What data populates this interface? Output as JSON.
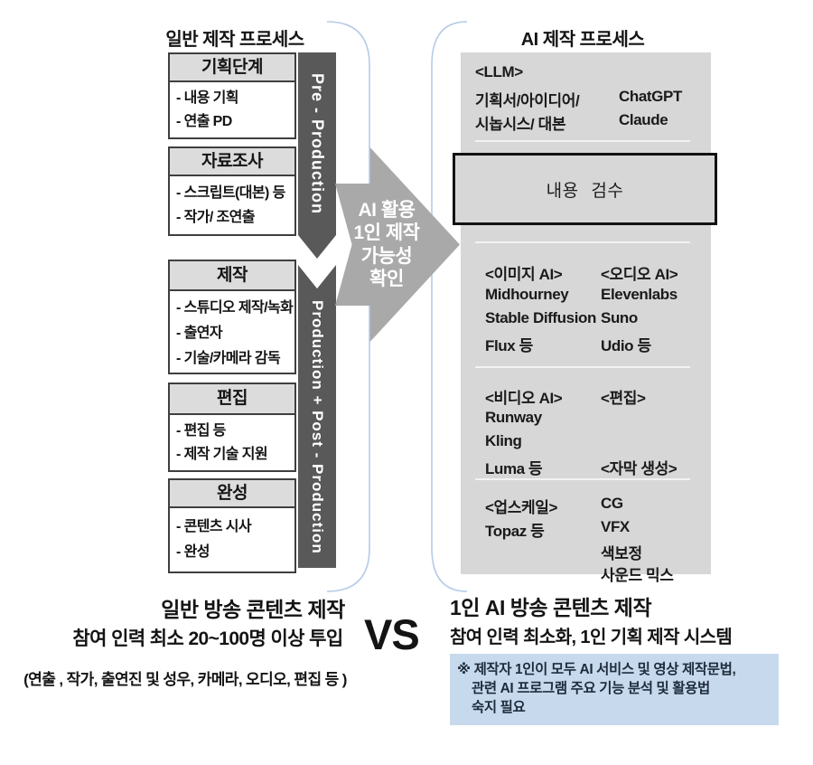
{
  "left": {
    "title": "일반 제작 프로세스",
    "boxes": [
      {
        "title": "기획단계",
        "items": [
          "- 내용 기획",
          "- 연출 PD"
        ]
      },
      {
        "title": "자료조사",
        "items": [
          "- 스크립트(대본) 등",
          "- 작가/ 조연출"
        ]
      },
      {
        "title": "제작",
        "items": [
          "- 스튜디오 제작/녹화",
          "- 출연자",
          "- 기술/카메라 감독"
        ]
      },
      {
        "title": "편집",
        "items": [
          "- 편집 등",
          "- 제작 기술 지원"
        ]
      },
      {
        "title": "완성",
        "items": [
          "- 콘텐츠 시사",
          "- 완성"
        ]
      }
    ],
    "phase_bars": [
      {
        "label": "Pre - Production"
      },
      {
        "label": "Production + Post - Production"
      }
    ]
  },
  "arrow": {
    "lines": [
      "AI 활용",
      "1인 제작",
      "가능성",
      "확인"
    ]
  },
  "right": {
    "title": "AI 제작 프로세스",
    "llm": {
      "header": "<LLM>",
      "left_lines": [
        "기획서/아이디어/",
        "시놉시스/ 대본"
      ],
      "tools": [
        "ChatGPT",
        "Claude"
      ]
    },
    "review_box": "내용 검수",
    "sections": {
      "image": {
        "header": "<이미지 AI>",
        "tools": [
          "Midhourney",
          "Stable Diffusion",
          "Flux 등"
        ]
      },
      "audio": {
        "header": "<오디오 AI>",
        "tools": [
          "Elevenlabs",
          "Suno",
          "Udio 등"
        ]
      },
      "video": {
        "header": "<비디오 AI>",
        "tools": [
          "Runway",
          "Kling",
          "Luma 등"
        ]
      },
      "edit": {
        "header": "<편집>"
      },
      "subtitle": {
        "header": "<자막 생성>"
      },
      "upscale": {
        "header": "<업스케일>",
        "tools": [
          "Topaz 등"
        ]
      },
      "post": {
        "tools": [
          "CG",
          "VFX",
          "색보정",
          "사운드 믹스"
        ]
      }
    }
  },
  "bottom": {
    "left": {
      "title": "일반 방송 콘텐츠 제작",
      "subtitle": "참여 인력 최소 20~100명 이상 투입",
      "note": "(연출 , 작가, 출연진 및 성우, 카메라, 오디오, 편집 등 )"
    },
    "vs": "VS",
    "right": {
      "title": "1인 AI 방송 콘텐츠 제작",
      "subtitle": "참여 인력 최소화, 1인 기획 제작 시스템",
      "note_lines": [
        "※ 제작자 1인이 모두 AI 서비스 및 영상 제작문법,",
        "관련 AI 프로그램 주요 기능 분석 및 활용법",
        "숙지 필요"
      ]
    }
  },
  "colors": {
    "phase_bar": "#595959",
    "arrow": "#a9a9a9",
    "panel": "#d7d7d7",
    "stage_header": "#dcdcdc",
    "note_bg": "#c7daed",
    "bracket": "#b5cbe8"
  }
}
